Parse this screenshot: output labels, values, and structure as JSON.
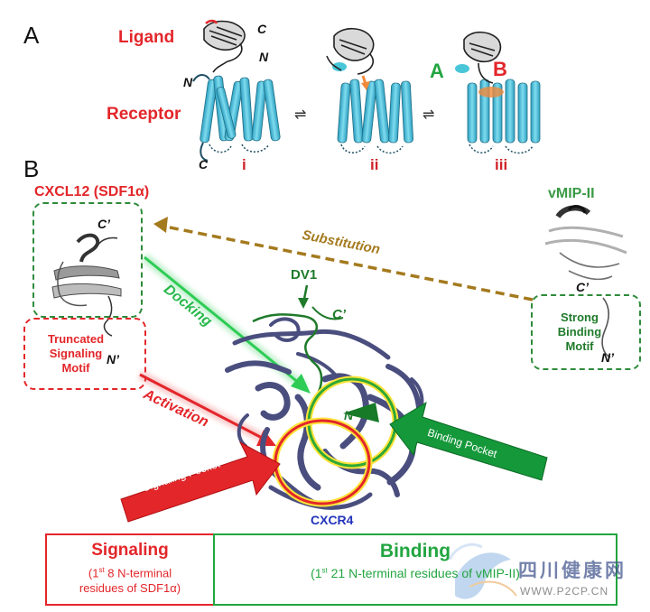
{
  "panel_a": {
    "letter": "A",
    "ligand_label": "Ligand",
    "receptor_label": "Receptor",
    "c_label": "C",
    "n_label": "N",
    "receptor_n": "N",
    "receptor_c": "C",
    "stages": [
      "i",
      "ii",
      "iii"
    ],
    "site_a": "A",
    "site_b": "B",
    "equilibrium_symbol": "⇌"
  },
  "panel_b": {
    "letter": "B",
    "cxcl12_title": "CXCL12 (SDF1α)",
    "vmip_title": "vMIP-II",
    "truncated_motif": "Truncated Signaling Motif",
    "strong_motif": "Strong Binding Motif",
    "c_prime": "C’",
    "n_prime": "N’",
    "substitution": "Substitution",
    "docking": "Docking",
    "activation": "Activation",
    "dv1": "DV1",
    "dv1_c": "C’",
    "dv1_n": "N’",
    "signaling_pocket": "Signaling Pocket",
    "binding_pocket": "Binding Pocket",
    "receptor_name": "CXCR4"
  },
  "bottom": {
    "signaling_title": "Signaling",
    "signaling_desc_1": "(1",
    "signaling_sup": "st",
    "signaling_desc_2": " 8 N-terminal",
    "signaling_desc_3": "residues of SDF1α)",
    "binding_title": "Binding",
    "binding_desc_1": "(1",
    "binding_sup": "st",
    "binding_desc_2": " 21 N-terminal residues of vMIP-II)",
    "watermark_cn": "四川健康网",
    "watermark_url": "WWW.P2CP.CN"
  },
  "colors": {
    "red": "#e3262a",
    "green": "#22a540",
    "helix": "#4cc1d9",
    "protein": "#4a4e7e",
    "substitution": "#a47a1e",
    "blue_label": "#2233bb"
  }
}
